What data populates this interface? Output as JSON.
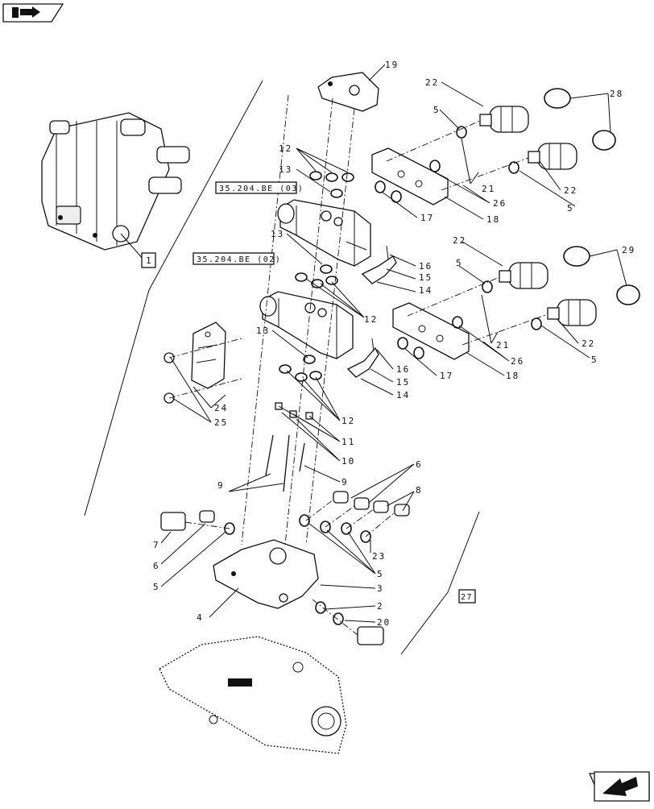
{
  "nav": {
    "prev_icon": "back-arrow-icon",
    "next_icon": "forward-arrow-icon"
  },
  "boxes": {
    "ref_03": "35.204.BE (03)",
    "ref_02": "35.204.BE (02)",
    "box_1": "1",
    "box_27": "27"
  },
  "callouts": {
    "c19": "19",
    "c22a": "22",
    "c28": "28",
    "c5a": "5",
    "c12a": "12",
    "c13a": "13",
    "c21a": "21",
    "c26a": "26",
    "c22b": "22",
    "c17a": "17",
    "c18a": "18",
    "c5b": "5",
    "c13b": "13",
    "c16a": "16",
    "c15a": "15",
    "c14a": "14",
    "c22c": "22",
    "c29": "29",
    "c5c": "5",
    "c12b": "12",
    "c13c": "13",
    "c21b": "21",
    "c26b": "26",
    "c22d": "22",
    "c5d": "5",
    "c17b": "17",
    "c18b": "18",
    "c16b": "16",
    "c15b": "15",
    "c14b": "14",
    "c24": "24",
    "c25": "25",
    "c12c": "12",
    "c11": "11",
    "c10": "10",
    "c9a": "9",
    "c9b": "9",
    "c6a": "6",
    "c8": "8",
    "c7": "7",
    "c6b": "6",
    "c5e": "5",
    "c23": "23",
    "c5f": "5",
    "c3": "3",
    "c4": "4",
    "c2": "2",
    "c20": "20"
  }
}
